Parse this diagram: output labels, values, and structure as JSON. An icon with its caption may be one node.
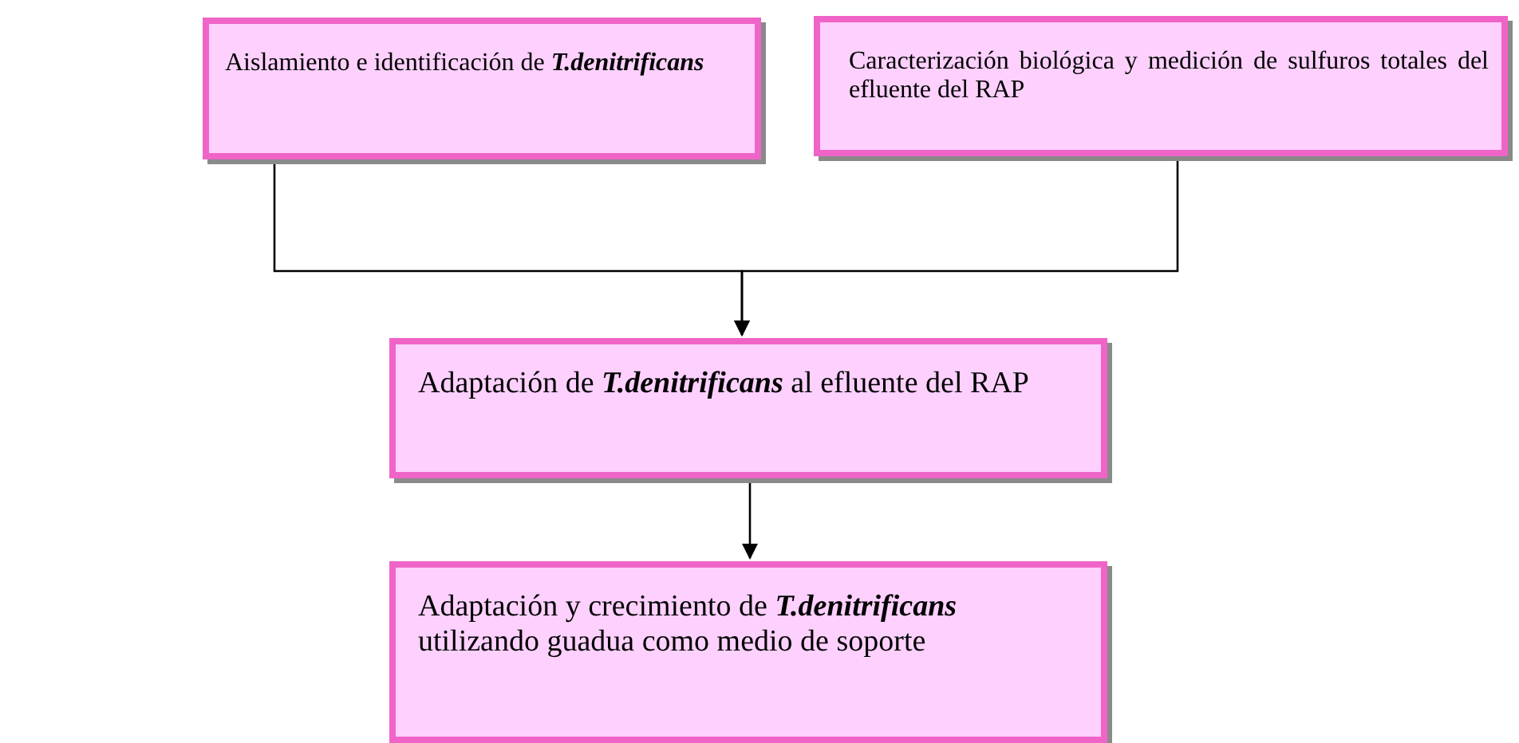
{
  "diagram": {
    "nodes": [
      {
        "text": [
          "Aislamiento e identificación de **T.denitrificans**"
        ]
      },
      {
        "text": [
          "Caracterización biológica y medición de sulfuros totales del efluente del RAP"
        ]
      },
      {
        "text": [
          "Adaptación de **T.denitrificans** al efluente del RAP"
        ]
      },
      {
        "text": [
          "Adaptación y crecimiento de **T.denitrificans** utilizando guadua como medio de soporte"
        ]
      }
    ],
    "edges": [
      {
        "from": 0,
        "to": 2,
        "arrow": "to"
      },
      {
        "from": 1,
        "to": 2,
        "arrow": "to"
      },
      {
        "from": 2,
        "to": 3,
        "arrow": "to"
      }
    ]
  }
}
